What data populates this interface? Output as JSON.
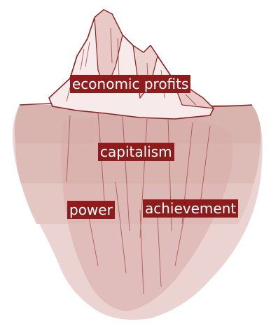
{
  "labels": {
    "economic_profits": "economic profits",
    "capitalism": "capitalism",
    "power": "power",
    "achievement": "achievement"
  },
  "colors": {
    "label_background": "#8e1c1c",
    "label_text": "#ffffff",
    "outline": "#8a2323",
    "tip_shadow": "#e9c9c6",
    "water_light": "#e8cfcc",
    "water_mid": "#dab5b1",
    "water_dark": "#cfa19c"
  },
  "icons": {
    "illustration": "iceberg-illustration"
  }
}
